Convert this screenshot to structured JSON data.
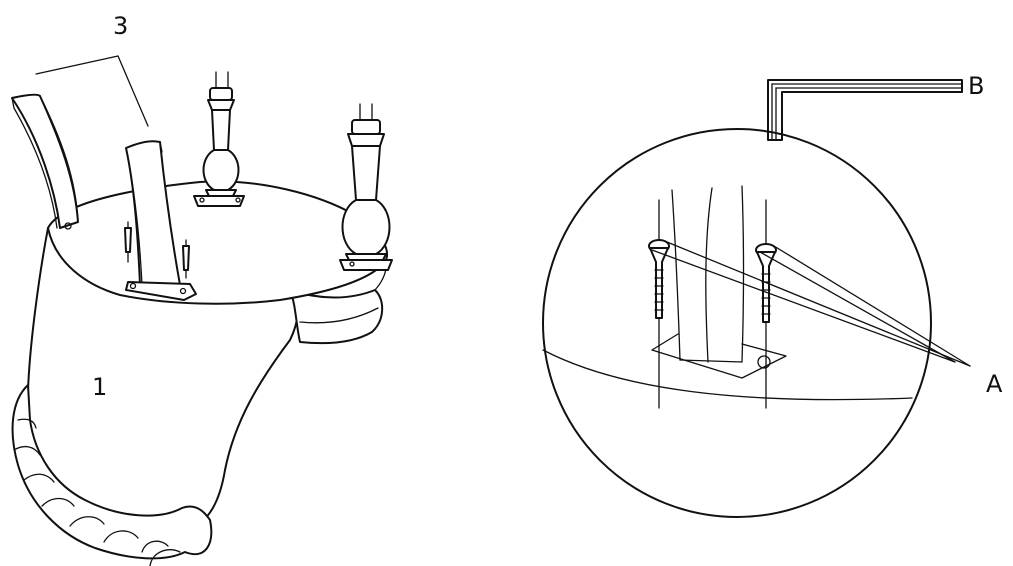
{
  "labels": {
    "seat": "1",
    "backrest_posts": "3",
    "screws": "A",
    "allen_key": "B"
  },
  "colors": {
    "line": "#111111",
    "background": "#ffffff"
  }
}
